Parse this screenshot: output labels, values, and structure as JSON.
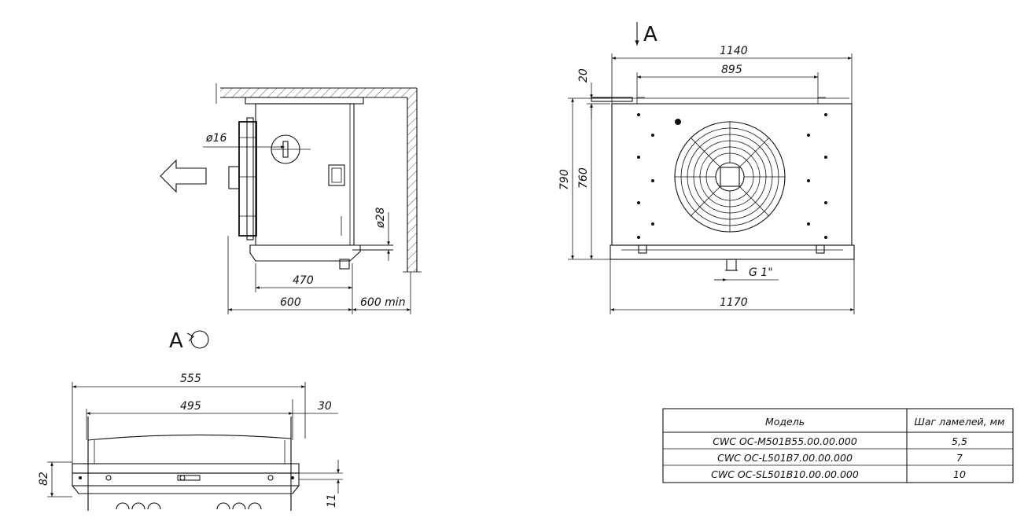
{
  "side_view": {
    "dims": {
      "d16": "ø16",
      "d28": "ø28",
      "w470": "470",
      "w600": "600",
      "clear600": "600 min"
    }
  },
  "front_view": {
    "view_label": "A",
    "dims": {
      "w1140": "1140",
      "w895": "895",
      "h20": "20",
      "h790": "790",
      "h760": "760",
      "g1": "G 1\"",
      "w1170": "1170"
    }
  },
  "bottom_view": {
    "view_label": "A",
    "dims": {
      "w555": "555",
      "w495": "495",
      "w30": "30",
      "h82": "82",
      "h11": "11"
    }
  },
  "spec_table": {
    "headers": [
      "Модель",
      "Шаг ламелей, мм"
    ],
    "rows": [
      [
        "CWC OC-M501B55.00.00.000",
        "5,5"
      ],
      [
        "CWC OC-L501B7.00.00.000",
        "7"
      ],
      [
        "CWC OC-SL501B10.00.00.000",
        "10"
      ]
    ]
  }
}
